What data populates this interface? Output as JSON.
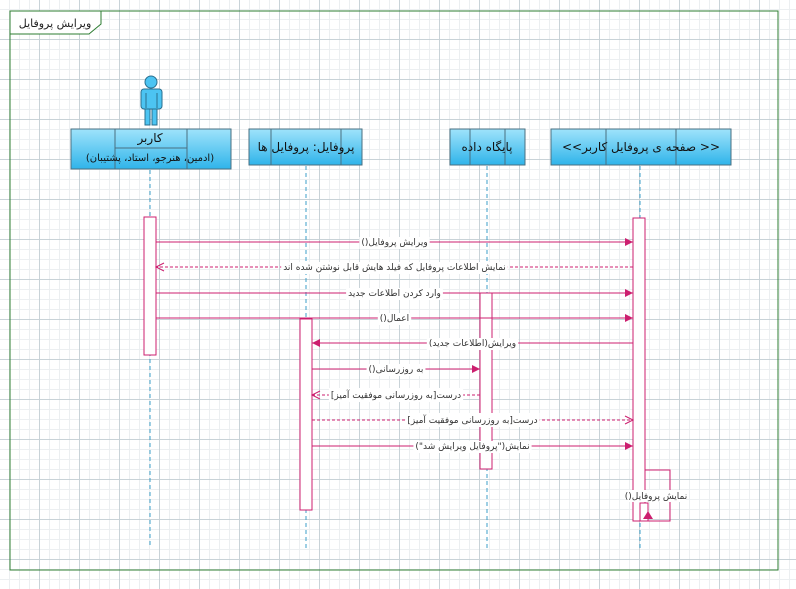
{
  "frame": {
    "title": "ویرایش پروفایل"
  },
  "lifelines": [
    {
      "id": "user",
      "title": "کاربر",
      "subtitle": "(ادمین، هنرجو، استاد، پشتیبان)",
      "actor": true
    },
    {
      "id": "profiles",
      "title": "پروفایل: پروفایل ها",
      "subtitle": ""
    },
    {
      "id": "db",
      "title": "پایگاه داده",
      "subtitle": ""
    },
    {
      "id": "page",
      "title": "<< صفحه ی پروفایل کاربر>>",
      "subtitle": ""
    }
  ],
  "messages": [
    {
      "label": "ویرایش پروفایل()",
      "from": "user",
      "to": "page",
      "kind": "sync"
    },
    {
      "label": "نمایش اطلاعات پروفایل که فیلد هایش قابل نوشتن شده اند",
      "from": "page",
      "to": "user",
      "kind": "return"
    },
    {
      "label": "وارد کردن اطلاعات جدید",
      "from": "user",
      "to": "page",
      "kind": "sync"
    },
    {
      "label": "اعمال()",
      "from": "user",
      "to": "page",
      "kind": "sync"
    },
    {
      "label": "ویرایش(اطلاعات جدید)",
      "from": "page",
      "to": "profiles",
      "kind": "sync"
    },
    {
      "label": "به روزرسانی()",
      "from": "profiles",
      "to": "db",
      "kind": "sync"
    },
    {
      "label": "درست[به روزرسانی موفقیت آمیز]",
      "from": "db",
      "to": "profiles",
      "kind": "return"
    },
    {
      "label": "درست[به روزرسانی موفقیت آمیز]",
      "from": "profiles",
      "to": "page",
      "kind": "return"
    },
    {
      "label": "نمایش(\"پروفایل ویرایش شد\")",
      "from": "profiles",
      "to": "page",
      "kind": "sync"
    },
    {
      "label": "نمایش پروفایل()",
      "from": "page",
      "to": "page",
      "kind": "self"
    }
  ],
  "colors": {
    "frame": "#2e7d32",
    "header_fill_top": "#9fe3fb",
    "header_fill_bottom": "#2fb4ea",
    "header_stroke": "#4a6f80",
    "lifeline": "#3c9fc8",
    "message": "#cc1f6f",
    "actor_fill": "#4cc4f2"
  }
}
